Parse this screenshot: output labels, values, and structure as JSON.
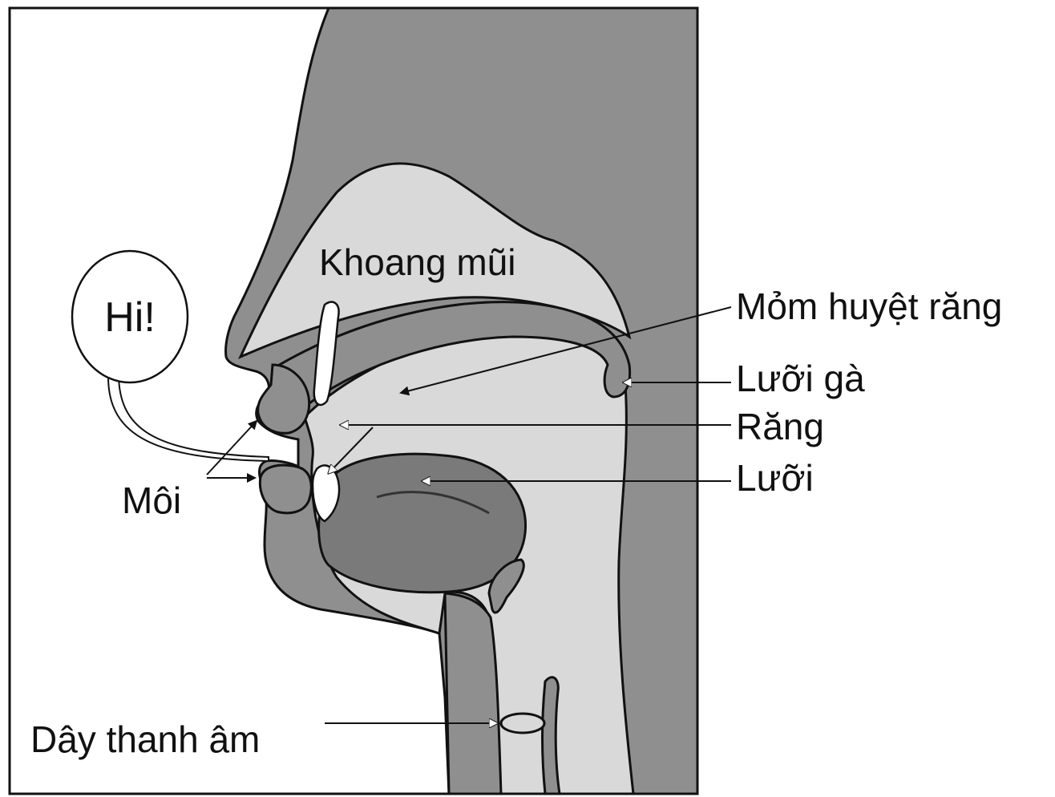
{
  "speech_bubble": {
    "text": "Hi!"
  },
  "labels": {
    "nasal_cavity": "Khoang mũi",
    "alveolar_ridge": "Mỏm huyệt răng",
    "uvula": "Lưỡi gà",
    "teeth": "Răng",
    "tongue": "Lưỡi",
    "lips": "Môi",
    "vocal_cords": "Dây thanh âm"
  },
  "colors": {
    "dark_tissue": "#8f8f8f",
    "light_cavity": "#d9d9d9",
    "tongue": "#7a7a7a",
    "outline": "#111111",
    "background": "#ffffff"
  }
}
